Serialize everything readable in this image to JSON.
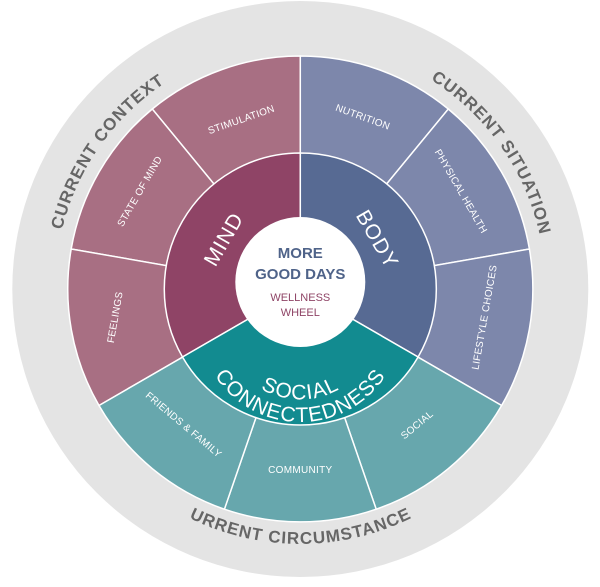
{
  "colors": {
    "outer_ring": "#e4e4e4",
    "ring_text": "#666666",
    "divider": "#ffffff",
    "mind_outer": "#a86f83",
    "mind_inner": "#8f4466",
    "body_outer": "#7d87ab",
    "body_inner": "#576a93",
    "social_outer": "#67a7ad",
    "social_inner": "#128b90",
    "center_bg": "#ffffff",
    "center_title": "#4f6389",
    "center_sub": "#8f4466"
  },
  "outer_ring_labels": {
    "top_left": "CURRENT CONTEXT",
    "top_right": "CURRENT SITUATION",
    "bottom": "CURRENT CIRCUMSTANCES"
  },
  "segments": {
    "stimulation": "STIMULATION",
    "nutrition": "NUTRITION",
    "physical_health": "PHYSICAL HEALTH",
    "lifestyle_choices": "LIFESTYLE CHOICES",
    "social": "SOCIAL",
    "community": "COMMUNITY",
    "friends_family": "FRIENDS & FAMILY",
    "feelings": "FEELINGS",
    "state_of_mind": "STATE OF MIND"
  },
  "inner": {
    "mind": "MIND",
    "body": "BODY",
    "social_line1": "SOCIAL",
    "social_line2": "CONNECTEDNESS"
  },
  "center": {
    "line1": "MORE",
    "line2": "GOOD DAYS",
    "line3": "WELLNESS",
    "line4": "WHEEL"
  }
}
